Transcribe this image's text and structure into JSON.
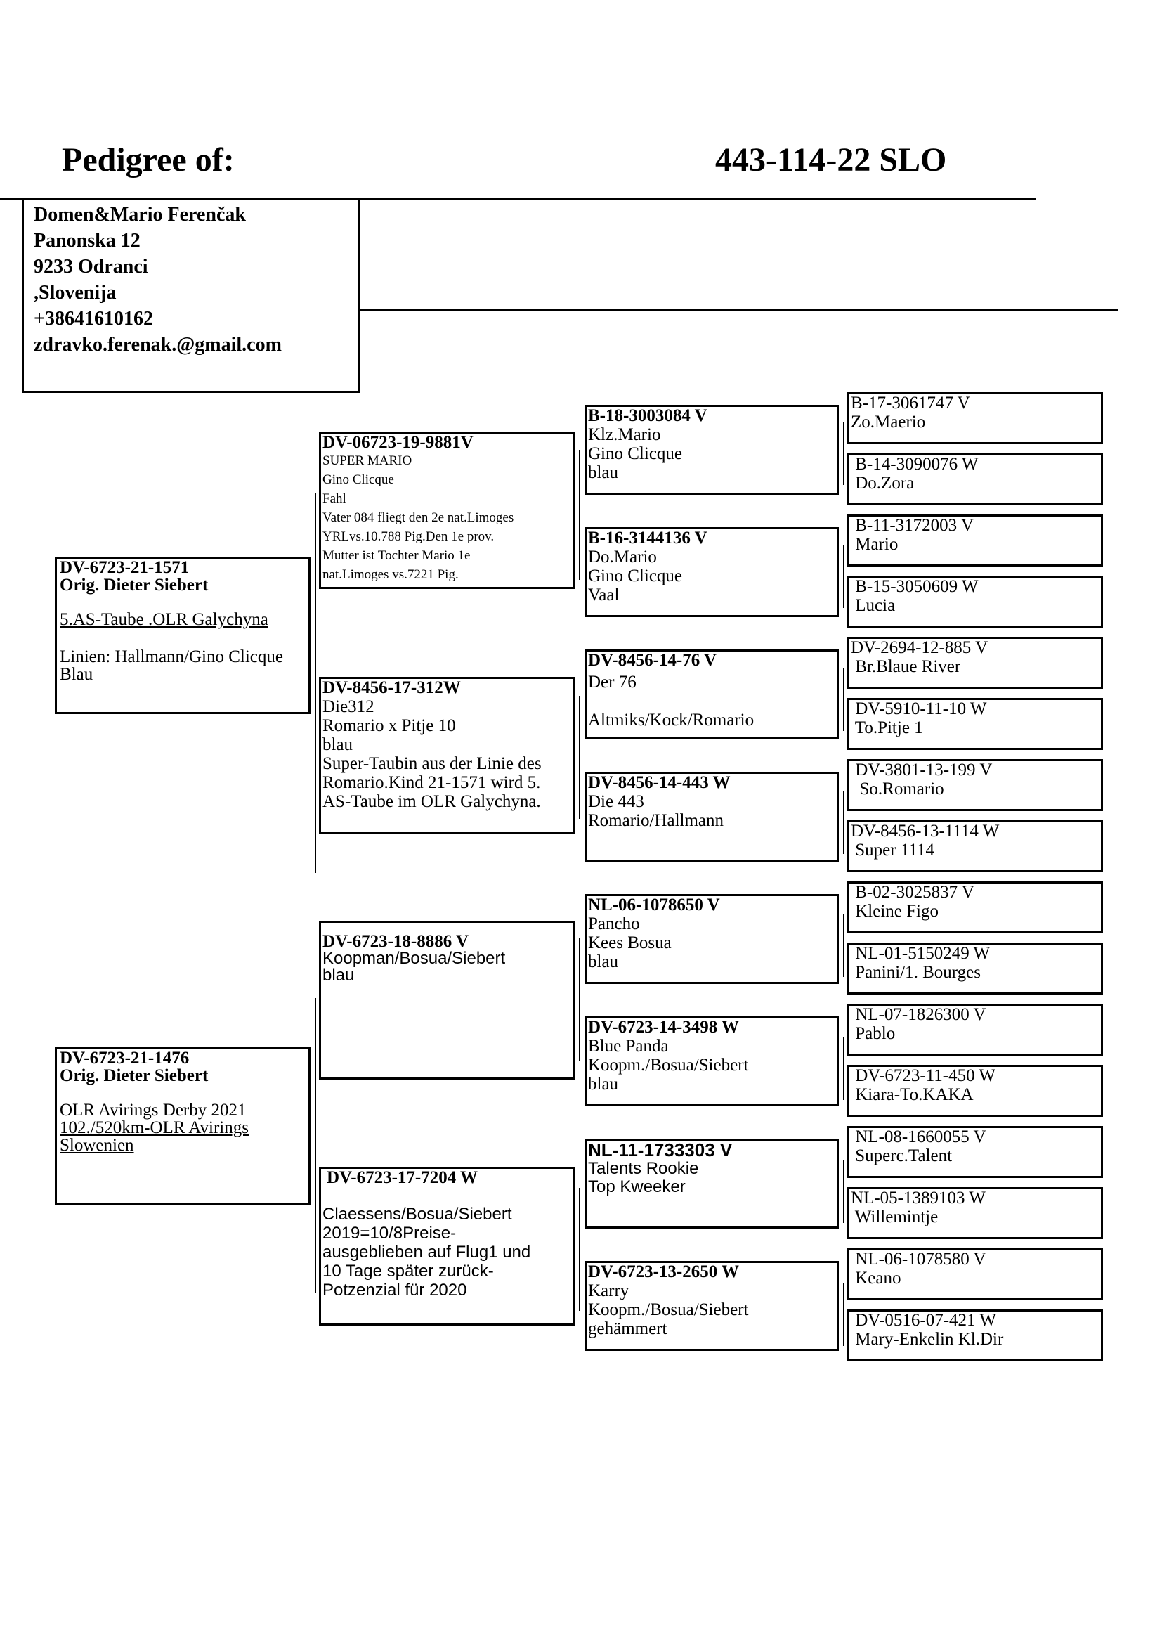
{
  "header": {
    "label": "Pedigree of:",
    "ring": "443-114-22 SLO"
  },
  "owner": {
    "line1": "Domen&Mario Ferenčak",
    "line2": "Panonska 12",
    "line3": "9233 Odranci",
    "line4": ",Slovenija",
    "line5": "+38641610162",
    "line6": "zdravko.ferenak.@gmail.com"
  },
  "sire": {
    "ring": "DV-6723-21-1571",
    "breeder": "Orig. Dieter Siebert",
    "l1": "5.AS-Taube .OLR Galychyna",
    "l2": "Linien: Hallmann/Gino Clicque",
    "l3": "Blau"
  },
  "dam": {
    "ring": "DV-6723-21-1476",
    "breeder": "Orig. Dieter Siebert",
    "l1": "OLR Avirings  Derby 2021",
    "l2": "102./520km-OLR Avirings",
    "l3": "Slowenien"
  },
  "gen2": {
    "ss": {
      "ring": "DV-06723-19-9881V",
      "l1": "SUPER MARIO",
      "l2": "Gino Clicque",
      "l3": " Fahl",
      "l4": "Vater 084 fliegt den 2e nat.Limoges",
      "l5": "YRLvs.10.788 Pig.Den 1e prov.",
      "l6": "Mutter ist Tochter Mario 1e",
      "l7": "nat.Limoges vs.7221 Pig."
    },
    "sd": {
      "ring": "DV-8456-17-312W",
      "l1": "Die312",
      "l2": "Romario x Pitje 10",
      "l3": " blau",
      "l4": " Super-Taubin aus der Linie des",
      "l5": "Romario.Kind 21-1571 wird 5.",
      "l6": "AS-Taube im OLR Galychyna."
    },
    "ds": {
      "ring": "DV-6723-18-8886 V",
      "l1": "Koopman/Bosua/Siebert",
      "l2": "blau"
    },
    "dd": {
      "ring": "DV-6723-17-7204 W",
      "l1": "Claessens/Bosua/Siebert",
      "l2": "2019=10/8Preise-",
      "l3": "ausgeblieben auf Flug1 und",
      "l4": "10 Tage später zurück-",
      "l5": "Potzenzial für 2020"
    }
  },
  "gen3": [
    {
      "ring": "B-18-3003084 V",
      "l1": " Klz.Mario",
      "l2": "Gino Clicque",
      "l3": "blau"
    },
    {
      "ring": "B-16-3144136 V",
      "l1": "Do.Mario",
      "l2": " Gino Clicque",
      "l3": "  Vaal"
    },
    {
      "ring": "DV-8456-14-76 V",
      "l1": " Der 76",
      "l2": "",
      "l3": "Altmiks/Kock/Romario"
    },
    {
      "ring": "DV-8456-14-443 W",
      "l1": " Die 443",
      "l2": "Romario/Hallmann",
      "l3": ""
    },
    {
      "ring": "NL-06-1078650 V",
      "l1": " Pancho",
      "l2": "Kees Bosua",
      "l3": "blau"
    },
    {
      "ring": "DV-6723-14-3498 W",
      "l1": "  Blue Panda",
      "l2": " Koopm./Bosua/Siebert",
      "l3": "blau"
    },
    {
      "ring": "NL-11-1733303 V",
      "l1": "Talents Rookie",
      "l2": "Top Kweeker",
      "l3": ""
    },
    {
      "ring": "DV-6723-13-2650 W",
      "l1": "  Karry",
      "l2": " Koopm./Bosua/Siebert",
      "l3": " gehämmert"
    }
  ],
  "gen4": [
    {
      "ring": "B-17-3061747 V",
      "name": "Zo.Maerio"
    },
    {
      "ring": " B-14-3090076 W",
      "name": " Do.Zora"
    },
    {
      "ring": " B-11-3172003 V",
      "name": " Mario"
    },
    {
      "ring": " B-15-3050609 W",
      "name": " Lucia"
    },
    {
      "ring": "DV-2694-12-885 V",
      "name": " Br.Blaue River"
    },
    {
      "ring": " DV-5910-11-10 W",
      "name": " To.Pitje 1"
    },
    {
      "ring": " DV-3801-13-199 V",
      "name": "  So.Romario"
    },
    {
      "ring": "DV-8456-13-1114 W",
      "name": " Super 1114"
    },
    {
      "ring": " B-02-3025837 V",
      "name": " Kleine Figo"
    },
    {
      "ring": " NL-01-5150249 W",
      "name": " Panini/1. Bourges"
    },
    {
      "ring": " NL-07-1826300 V",
      "name": " Pablo"
    },
    {
      "ring": " DV-6723-11-450 W",
      "name": " Kiara-To.KAKA"
    },
    {
      "ring": " NL-08-1660055 V",
      "name": " Superc.Talent"
    },
    {
      "ring": "NL-05-1389103 W",
      "name": " Willemintje"
    },
    {
      "ring": " NL-06-1078580 V",
      "name": " Keano"
    },
    {
      "ring": " DV-0516-07-421 W",
      "name": " Mary-Enkelin Kl.Dir"
    }
  ]
}
